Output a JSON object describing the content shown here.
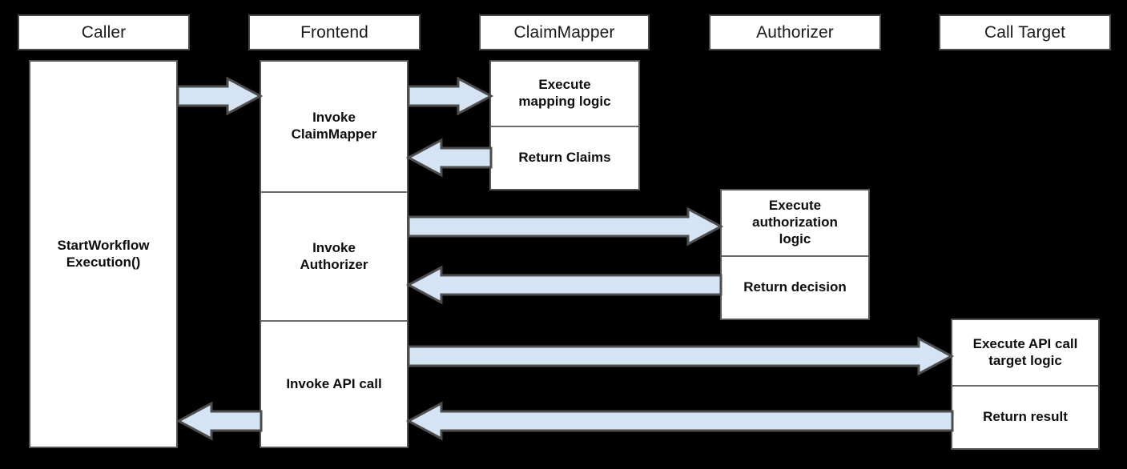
{
  "diagram": {
    "title": "Sequence diagram: StartWorkflowExecution authorization flow",
    "background_color": "#000000",
    "box_fill": "#ffffff",
    "box_border": "#4a4a4a",
    "arrow_fill": "#d4e4f4",
    "arrow_border": "#4d4d4d"
  },
  "lifelines": [
    {
      "id": "caller",
      "label": "Caller"
    },
    {
      "id": "frontend",
      "label": "Frontend"
    },
    {
      "id": "claimmapper",
      "label": "ClaimMapper"
    },
    {
      "id": "authorizer",
      "label": "Authorizer"
    },
    {
      "id": "calltarget",
      "label": "Call Target"
    }
  ],
  "activations": {
    "caller": {
      "segments": [
        {
          "label": "StartWorkflow\nExecution()"
        }
      ]
    },
    "frontend": {
      "segments": [
        {
          "label": "Invoke\nClaimMapper"
        },
        {
          "label": "Invoke\nAuthorizer"
        },
        {
          "label": "Invoke API call"
        }
      ]
    },
    "claimmapper": {
      "segments": [
        {
          "label": "Execute\nmapping logic"
        },
        {
          "label": "Return Claims"
        }
      ]
    },
    "authorizer": {
      "segments": [
        {
          "label": "Execute\nauthorization\nlogic"
        },
        {
          "label": "Return decision"
        }
      ]
    },
    "calltarget": {
      "segments": [
        {
          "label": "Execute API call\ntarget logic"
        },
        {
          "label": "Return result"
        }
      ]
    }
  },
  "messages": [
    {
      "id": "caller-to-frontend",
      "direction": "right",
      "from": "caller",
      "to": "frontend",
      "label": ""
    },
    {
      "id": "frontend-to-claimmapper",
      "direction": "right",
      "from": "frontend",
      "to": "claimmapper",
      "label": ""
    },
    {
      "id": "claimmapper-to-frontend",
      "direction": "left",
      "from": "claimmapper",
      "to": "frontend",
      "label": ""
    },
    {
      "id": "frontend-to-authorizer",
      "direction": "right",
      "from": "frontend",
      "to": "authorizer",
      "label": ""
    },
    {
      "id": "authorizer-to-frontend",
      "direction": "left",
      "from": "authorizer",
      "to": "frontend",
      "label": ""
    },
    {
      "id": "frontend-to-calltarget",
      "direction": "right",
      "from": "frontend",
      "to": "calltarget",
      "label": ""
    },
    {
      "id": "calltarget-to-frontend",
      "direction": "left",
      "from": "calltarget",
      "to": "frontend",
      "label": ""
    },
    {
      "id": "frontend-to-caller",
      "direction": "left",
      "from": "frontend",
      "to": "caller",
      "label": ""
    }
  ]
}
